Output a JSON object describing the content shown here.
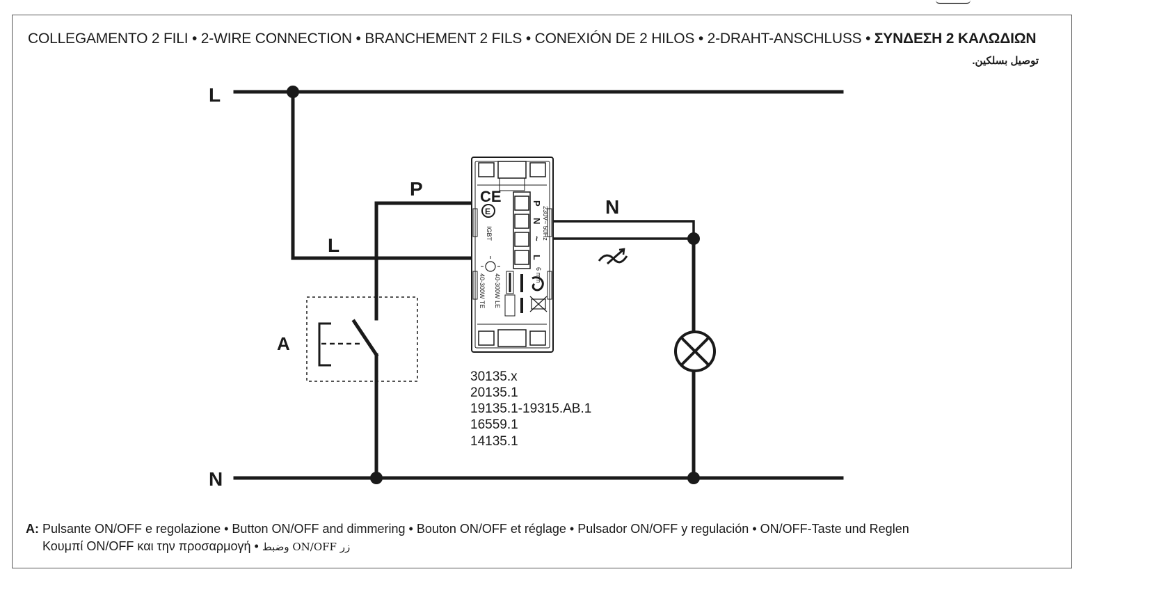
{
  "header": {
    "title_plain": "COLLEGAMENTO 2 FILI • 2-WIRE CONNECTION • BRANCHEMENT 2 FILS • CONEXIÓN DE 2 HILOS • 2-DRAHT-ANSCHLUSS • ",
    "title_greek": "ΣΥΝΔΕΣΗ 2 ΚΑΛΩΔΙΩΝ",
    "title_arabic": "توصيل بسلكين."
  },
  "diagram": {
    "line_top_label": "L",
    "line_bottom_label": "N",
    "wire_p_label": "P",
    "wire_l_label": "L",
    "wire_n_label": "N",
    "switch_label": "A",
    "device": {
      "terminals": [
        "P",
        "N",
        "~",
        "L"
      ],
      "ce_mark": "CE",
      "rating": "230V~ 50Hz",
      "strip_length": "6 mm",
      "igbt": "IGBT",
      "load_le": "40-300W LE",
      "load_te": "40-300W TE"
    },
    "models": [
      "30135.x",
      "20135.1",
      "19135.1-19315.AB.1",
      "16559.1",
      "14135.1"
    ]
  },
  "legend": {
    "key": "A:",
    "line1": " Pulsante ON/OFF e regolazione • Button ON/OFF and dimmering • Bouton ON/OFF et réglage • Pulsador ON/OFF y regulación • ON/OFF-Taste und Reglen",
    "line2_greek": "Κουμπί ON/OFF και την προσαρμογή • ",
    "line2_arabic": "زر ON/OFF وضبط"
  }
}
